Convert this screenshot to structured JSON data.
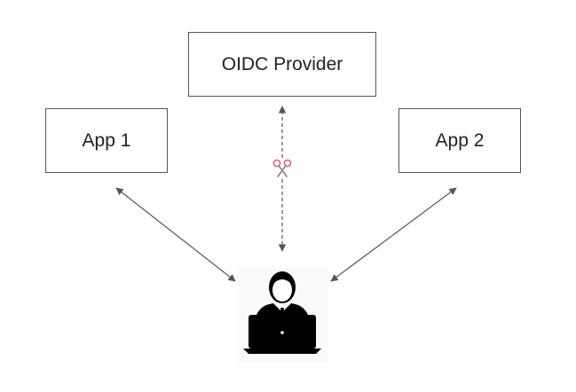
{
  "diagram": {
    "nodes": {
      "oidc_provider": {
        "label": "OIDC Provider"
      },
      "app1": {
        "label": "App 1"
      },
      "app2": {
        "label": "App 2"
      }
    },
    "edges": [
      {
        "from": "user",
        "to": "app1",
        "style": "solid",
        "arrows": "both"
      },
      {
        "from": "user",
        "to": "app2",
        "style": "solid",
        "arrows": "both"
      },
      {
        "from": "user",
        "to": "oidc_provider",
        "style": "dashed",
        "arrows": "both",
        "marker": "scissors-icon"
      }
    ],
    "colors": {
      "line": "#555555",
      "scissors_handles": "#e0607a",
      "user_icon": "#000000"
    }
  }
}
